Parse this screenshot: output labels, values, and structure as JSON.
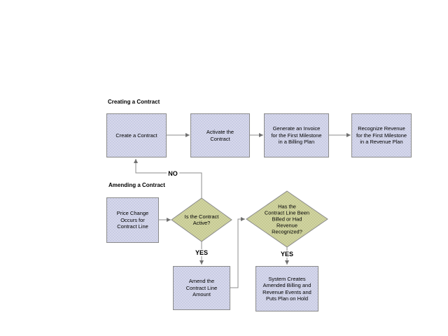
{
  "colors": {
    "background": "#ffffff",
    "box_fill": "#c9cce3",
    "box_fill_dot": "#d6d8ec",
    "box_border": "#8a8a8a",
    "diamond_fill": "#c6ca93",
    "diamond_fill_dot": "#d1d4a2",
    "diamond_border": "#8a8a8a",
    "line": "#8c8c8c",
    "arrowhead": "#707070",
    "text": "#000000"
  },
  "sections": {
    "creating": {
      "header": "Creating a Contract"
    },
    "amending": {
      "header": "Amending a Contract"
    }
  },
  "nodes": {
    "create_contract": {
      "shape": "rect",
      "label": "Create a Contract"
    },
    "activate_contract": {
      "shape": "rect",
      "label": "Activate the\nContract"
    },
    "generate_invoice": {
      "shape": "rect",
      "label": "Generate an Invoice\nfor the First Milestone\nin a Billing Plan"
    },
    "recognize_revenue": {
      "shape": "rect",
      "label": "Recognize Revenue\nfor the First Milestone\nin a Revenue Plan"
    },
    "price_change": {
      "shape": "rect",
      "label": "Price Change\nOccurs for\nContract Line"
    },
    "is_active": {
      "shape": "diamond",
      "label": "Is the Contract\nActive?"
    },
    "amend_line": {
      "shape": "rect",
      "label": "Amend the\nContract Line\nAmount"
    },
    "billed_or_revenue": {
      "shape": "diamond",
      "label": "Has the\nContract Line Been\nBilled or Had\nRevenue\nRecognized?"
    },
    "system_creates": {
      "shape": "rect",
      "label": "System Creates\nAmended Billing and\nRevenue Events and\nPuts Plan on Hold"
    }
  },
  "edges": [
    {
      "from": "create_contract",
      "to": "activate_contract",
      "label": ""
    },
    {
      "from": "activate_contract",
      "to": "generate_invoice",
      "label": ""
    },
    {
      "from": "generate_invoice",
      "to": "recognize_revenue",
      "label": ""
    },
    {
      "from": "price_change",
      "to": "is_active",
      "label": ""
    },
    {
      "from": "is_active",
      "to": "create_contract",
      "label": "NO"
    },
    {
      "from": "is_active",
      "to": "amend_line",
      "label": "YES"
    },
    {
      "from": "amend_line",
      "to": "billed_or_revenue",
      "label": ""
    },
    {
      "from": "billed_or_revenue",
      "to": "system_creates",
      "label": "YES"
    }
  ],
  "edge_labels": {
    "no": "NO",
    "yes_amend": "YES",
    "yes_system": "YES"
  }
}
